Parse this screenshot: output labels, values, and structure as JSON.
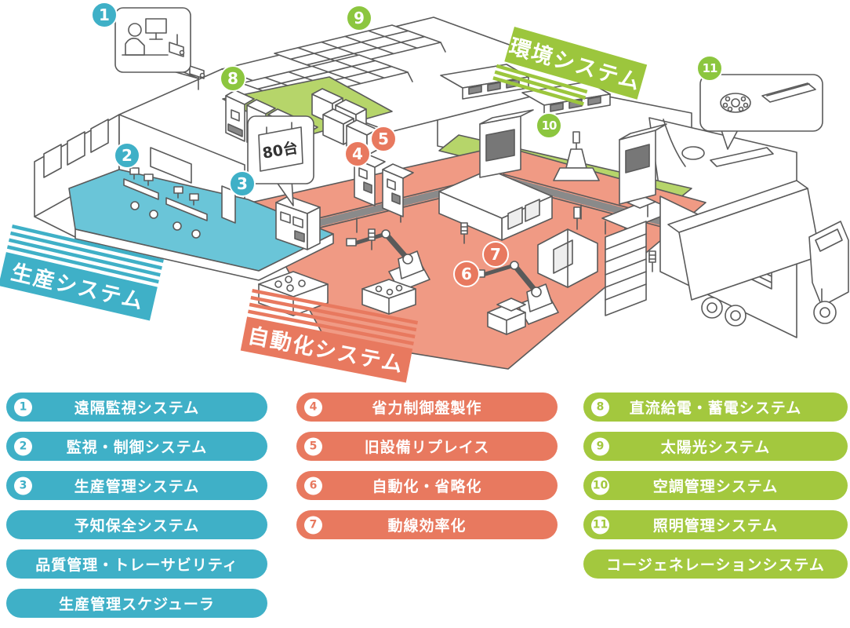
{
  "colors": {
    "production_blue": "#3fb0c7",
    "automation_red": "#e8795f",
    "environment_green": "#a3c83e",
    "marker_green": "#8cc63f",
    "floor_teal": "#6ac5d8",
    "floor_salmon": "#f09a84",
    "floor_green": "#b6d56a",
    "line_gray": "#5a5a5a"
  },
  "diagram": {
    "banners": {
      "production": "生産システム",
      "automation": "自動化システム",
      "environment": "環境システム"
    },
    "capacity_sign": "80台",
    "markers": [
      {
        "number": "1",
        "system": "production"
      },
      {
        "number": "2",
        "system": "production"
      },
      {
        "number": "3",
        "system": "production"
      },
      {
        "number": "4",
        "system": "automation"
      },
      {
        "number": "5",
        "system": "automation"
      },
      {
        "number": "6",
        "system": "automation"
      },
      {
        "number": "7",
        "system": "automation"
      },
      {
        "number": "8",
        "system": "environment"
      },
      {
        "number": "9",
        "system": "environment"
      },
      {
        "number": "10",
        "system": "environment"
      },
      {
        "number": "11",
        "system": "environment"
      }
    ]
  },
  "legend": {
    "production": {
      "items": [
        {
          "number": "1",
          "label": "遠隔監視システム"
        },
        {
          "number": "2",
          "label": "監視・制御システム"
        },
        {
          "number": "3",
          "label": "生産管理システム"
        },
        {
          "number": "",
          "label": "予知保全システム"
        },
        {
          "number": "",
          "label": "品質管理・トレーサビリティ"
        },
        {
          "number": "",
          "label": "生産管理スケジューラ"
        }
      ]
    },
    "automation": {
      "items": [
        {
          "number": "4",
          "label": "省力制御盤製作"
        },
        {
          "number": "5",
          "label": "旧設備リプレイス"
        },
        {
          "number": "6",
          "label": "自動化・省略化"
        },
        {
          "number": "7",
          "label": "動線効率化"
        }
      ]
    },
    "environment": {
      "items": [
        {
          "number": "8",
          "label": "直流給電・蓄電システム"
        },
        {
          "number": "9",
          "label": "太陽光システム"
        },
        {
          "number": "10",
          "label": "空調管理システム"
        },
        {
          "number": "11",
          "label": "照明管理システム"
        },
        {
          "number": "",
          "label": "コージェネレーションシステム"
        }
      ]
    }
  }
}
